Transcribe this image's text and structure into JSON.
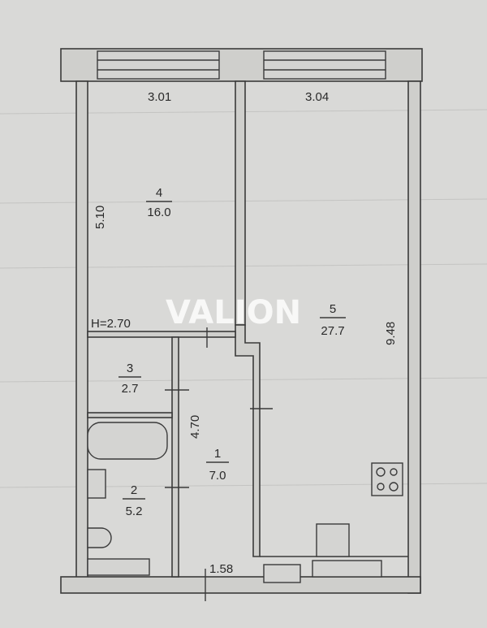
{
  "watermark": "VALION",
  "dimensions": {
    "room4_width": "3.01",
    "room5_width": "3.04",
    "room4_length": "5.10",
    "room5_length": "9.48",
    "ceiling_height": "H=2.70",
    "corridor_length": "4.70",
    "corridor_width": "1.58"
  },
  "rooms": [
    {
      "number": "1",
      "area": "7.0"
    },
    {
      "number": "2",
      "area": "5.2"
    },
    {
      "number": "3",
      "area": "2.7"
    },
    {
      "number": "4",
      "area": "16.0"
    },
    {
      "number": "5",
      "area": "27.7"
    }
  ]
}
